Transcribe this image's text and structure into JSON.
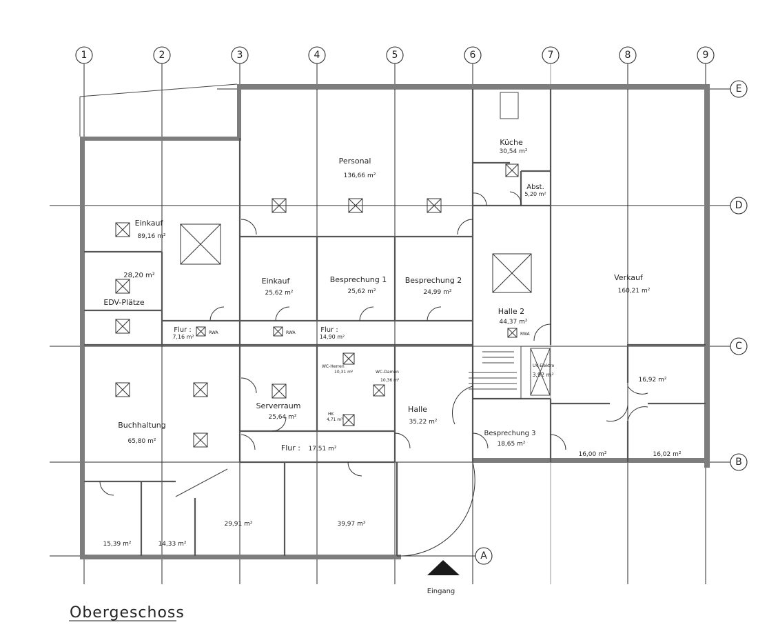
{
  "title": "Obergeschoss",
  "entrance_label": "Eingang",
  "grid_columns": [
    "1",
    "2",
    "3",
    "4",
    "5",
    "6",
    "7",
    "8",
    "9"
  ],
  "grid_rows": [
    "E",
    "D",
    "C",
    "B",
    "A"
  ],
  "rooms": {
    "personal": {
      "name": "Personal",
      "area": "136,66 m²"
    },
    "kueche": {
      "name": "Küche",
      "area": "30,54 m²"
    },
    "abst": {
      "name": "Abst.",
      "area": "5,20 m²"
    },
    "einkauf_large": {
      "name": "Einkauf",
      "area": "89,16 m²"
    },
    "edv": {
      "name": "EDV-Plätze",
      "area": "28,20 m²"
    },
    "einkauf_small": {
      "name": "Einkauf",
      "area": "25,62 m²"
    },
    "besprechung1": {
      "name": "Besprechung 1",
      "area": "25,62 m²"
    },
    "besprechung2": {
      "name": "Besprechung 2",
      "area": "24,99 m²"
    },
    "halle2": {
      "name": "Halle 2",
      "area": "44,37 m²"
    },
    "verkauf": {
      "name": "Verkauf",
      "area": "160,21 m²"
    },
    "flur1": {
      "name": "Flur :",
      "area": "7,16 m²"
    },
    "flur2": {
      "name": "Flur :",
      "area": "14,90 m²"
    },
    "buchhaltung": {
      "name": "Buchhaltung",
      "area": "65,80 m²"
    },
    "serverraum": {
      "name": "Serverraum",
      "area": "25,64 m²"
    },
    "halle": {
      "name": "Halle",
      "area": "35,22 m²"
    },
    "uv": {
      "name": "UV-Elektro",
      "area": "3,92 m²"
    },
    "room1692": {
      "area": "16,92 m²"
    },
    "besprechung3": {
      "name": "Besprechung 3",
      "area": "18,65 m²"
    },
    "room1600": {
      "area": "16,00 m²"
    },
    "room1602": {
      "area": "16,02 m²"
    },
    "flur3": {
      "name": "Flur :",
      "area": "17,51 m²"
    },
    "room1539": {
      "area": "15,39 m²"
    },
    "room1433": {
      "area": "14,33 m²"
    },
    "room2991": {
      "area": "29,91 m²"
    },
    "room3997": {
      "area": "39,97 m²"
    },
    "wc_herren": {
      "name": "WC-Herren",
      "area": "10,31 m²"
    },
    "wc_damen": {
      "name": "WC-Damen",
      "area": "10,36 m²"
    },
    "wc_hk": {
      "name": "HK",
      "area": "4,71 m²"
    }
  },
  "rwa_label": "RWA",
  "colors": {
    "walls": "#7d7d7d",
    "lines": "#2a2a2a",
    "background": "#ffffff"
  }
}
